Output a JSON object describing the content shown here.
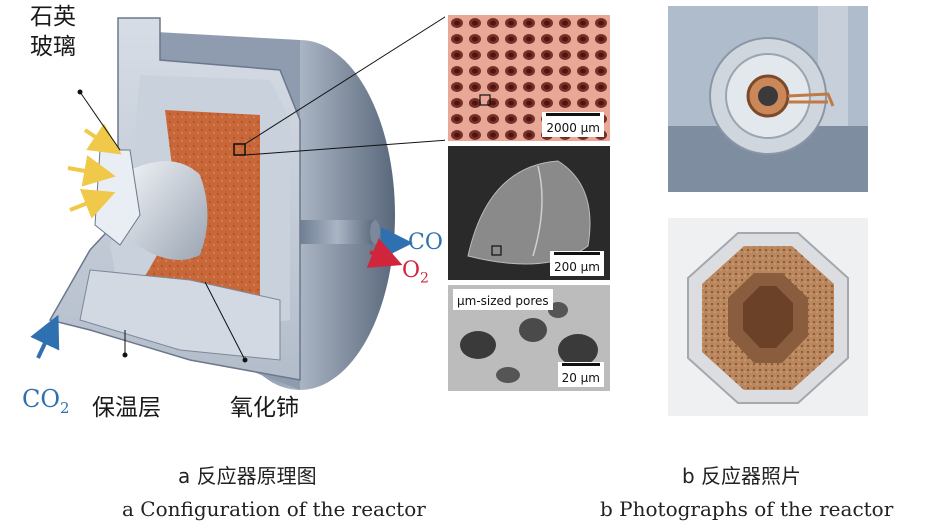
{
  "figure_a": {
    "label_glass_line1": "石英",
    "label_glass_line2": "玻璃",
    "label_insulation": "保温层",
    "label_ceria": "氧化铈",
    "gas_in": "CO",
    "gas_in_sub": "2",
    "gas_out_co": "CO",
    "gas_out_o2": "O",
    "gas_out_o2_sub": "2",
    "sem_top_scale": "2000 μm",
    "sem_mid_scale": "200 μm",
    "sem_bottom_title": "μm-sized pores",
    "sem_bottom_scale": "20 μm",
    "caption_zh": "a  反应器原理图",
    "caption_en": "a  Configuration of the reactor"
  },
  "figure_b": {
    "caption_zh": "b  反应器照片",
    "caption_en": "b  Photographs of the reactor"
  },
  "colors": {
    "arrow_blue": "#2f70b0",
    "arrow_red": "#d0253a",
    "ceria_orange": "#c8683a",
    "sun_yellow": "#f0c84a"
  }
}
